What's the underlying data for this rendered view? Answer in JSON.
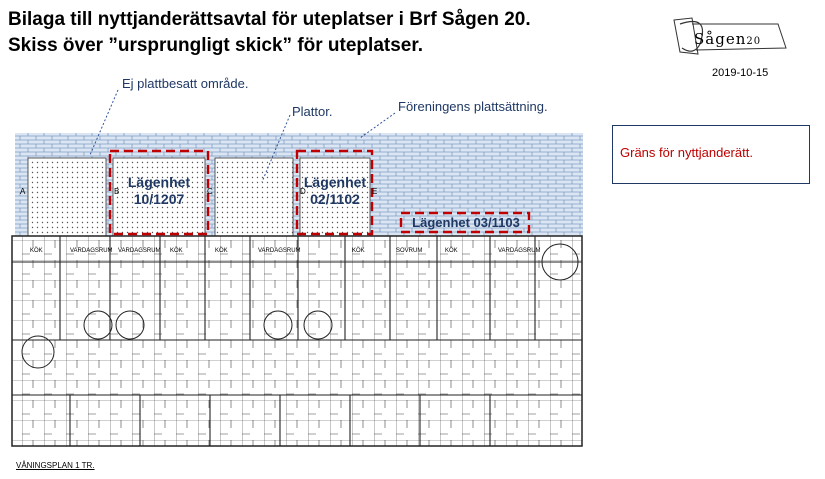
{
  "title_line1": "Bilaga till nyttjanderättsavtal för uteplatser i Brf Sågen 20.",
  "title_line2": "Skiss över ”ursprungligt skick” för uteplatser.",
  "logo": {
    "name": "Sågen",
    "number": "20"
  },
  "date": "2019-10-15",
  "annotations": {
    "ej_plattbesatt": "Ej plattbesatt område.",
    "plattor": "Plattor.",
    "foreningens": "Föreningens plattsättning."
  },
  "legend": {
    "text": "Gräns för nyttjanderätt."
  },
  "apartments": {
    "apt1_line1": "Lägenhet",
    "apt1_line2": "10/1207",
    "apt2_line1": "Lägenhet",
    "apt2_line2": "02/1102",
    "apt3": "Lägenhet 03/1103"
  },
  "plan_labels": {
    "floor": "VÅNINGSPLAN 1 TR.",
    "letters": [
      "A",
      "B",
      "C",
      "D",
      "E"
    ],
    "rooms": [
      "KÖK",
      "VARDAGSRUM",
      "KÖK",
      "VARDAGSRUM",
      "KÖK",
      "VARDAGSRUM",
      "KÖK",
      "SOVRUM",
      "KÖK",
      "VARDAGSRUM"
    ]
  },
  "colors": {
    "boundary": "#c00000",
    "text_blue": "#1f3864",
    "brick_fill": "#dce6f2",
    "brick_line": "#7f9fc6"
  }
}
